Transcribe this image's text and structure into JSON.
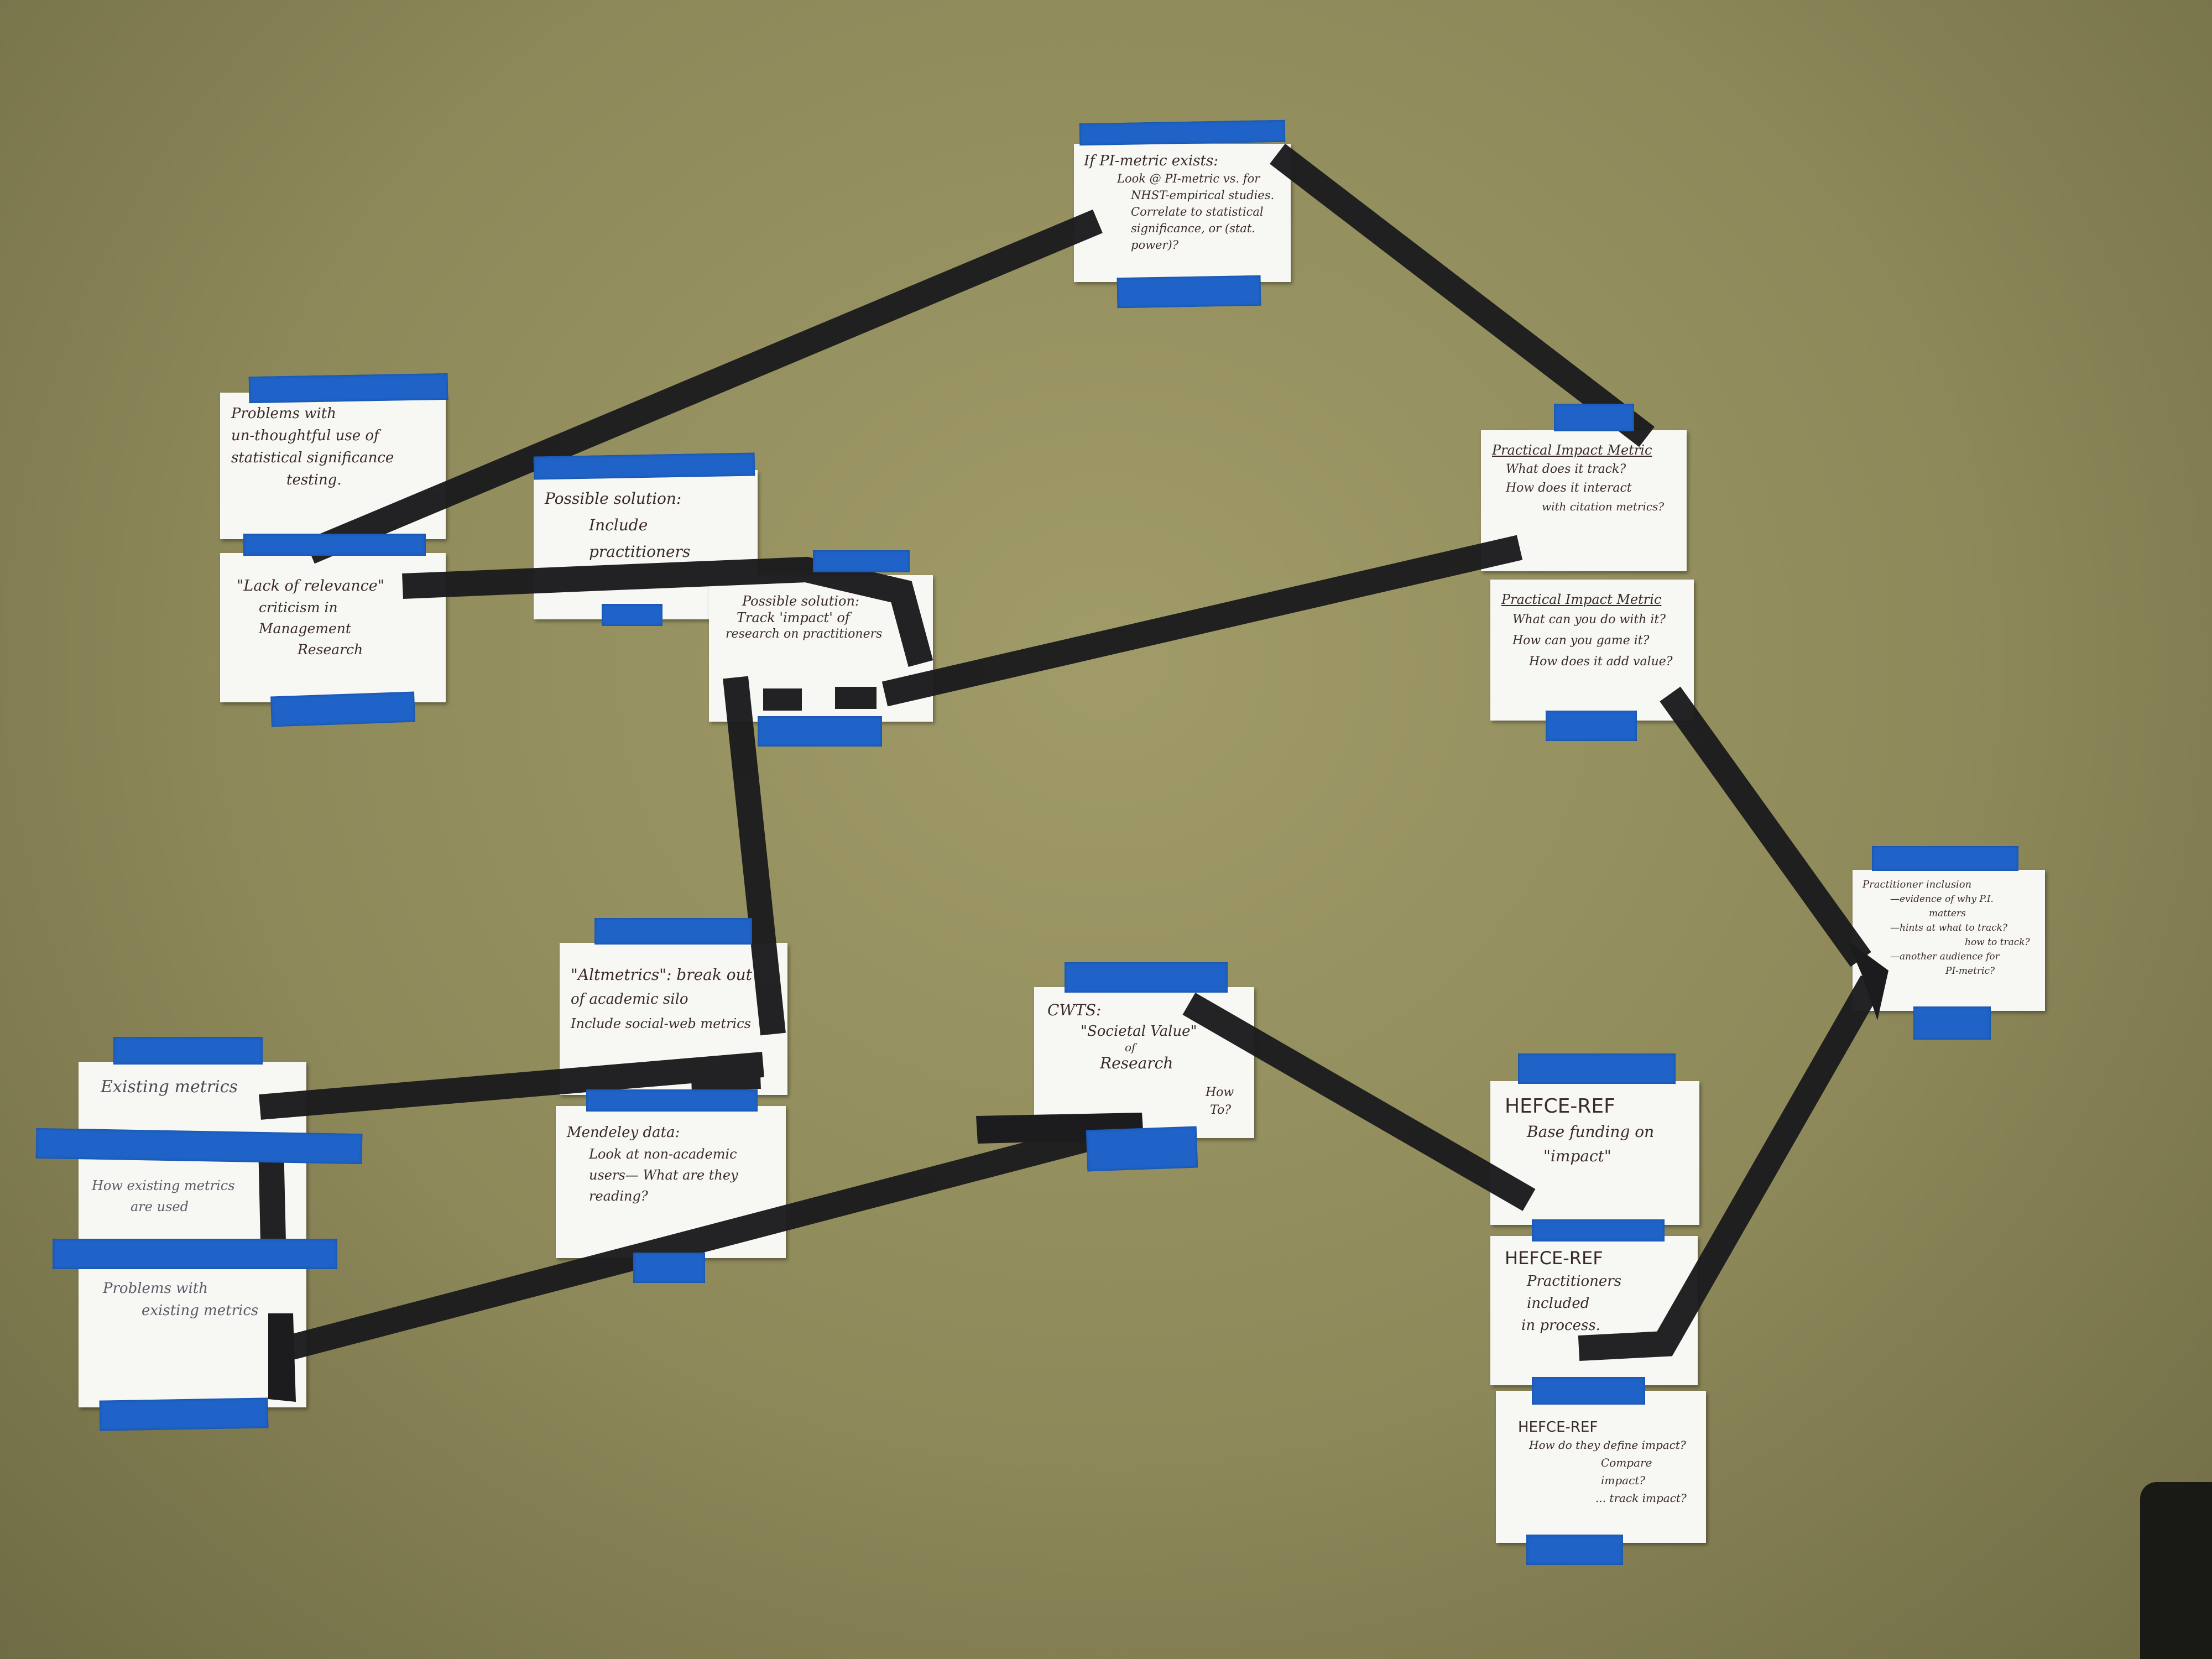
{
  "colors": {
    "wall": "#8f8a5a",
    "card": "#f7f7f4",
    "painters_tape": "#1f63c8",
    "black_tape": "#1c1c1e",
    "ink": "#3a2a2a"
  },
  "cards": {
    "pi_metric_exists": {
      "title": "If PI-metric exists:",
      "lines": [
        "Look @ PI-metric vs. for",
        "NHST-empirical studies.",
        "Correlate to statistical",
        "significance, or (stat. power)?"
      ]
    },
    "problems_stat_sig": {
      "lines": [
        "Problems with",
        "un-thoughtful use of",
        "statistical significance",
        "testing."
      ]
    },
    "lack_of_relevance": {
      "lines": [
        "\"Lack of relevance\"",
        "criticism in Management",
        "Research"
      ]
    },
    "include_practitioners": {
      "title": "Possible solution:",
      "lines": [
        "Include practitioners"
      ]
    },
    "track_impact": {
      "title": "Possible solution:",
      "lines": [
        "Track 'impact' of",
        "research on practitioners"
      ]
    },
    "practical_impact_1": {
      "title": "Practical Impact Metric",
      "lines": [
        "What does it track?",
        "How does it interact",
        "with citation metrics?"
      ]
    },
    "practical_impact_2": {
      "title": "Practical Impact Metric",
      "lines": [
        "What can you do with it?",
        "How can you game it?",
        "How does it add value?"
      ]
    },
    "practitioner_inclusion": {
      "title": "Practitioner inclusion",
      "lines": [
        "—evidence of why P.I.",
        "matters",
        "—hints at what to track?",
        "how to track?",
        "—another audience for",
        "PI-metric?"
      ]
    },
    "altmetrics": {
      "lines": [
        "\"Altmetrics\": break out",
        "of academic silo",
        "Include social-web metrics"
      ]
    },
    "existing_metrics": {
      "lines": [
        "Existing metrics"
      ]
    },
    "how_existing_used": {
      "lines": [
        "How existing metrics",
        "are used"
      ]
    },
    "problems_existing": {
      "lines": [
        "Problems with",
        "existing metrics"
      ]
    },
    "mendeley": {
      "title": "Mendeley data:",
      "lines": [
        "Look at non-academic",
        "users— What are they",
        "reading?"
      ]
    },
    "cwts": {
      "title": "CWTS:",
      "lines": [
        "\"Societal Value\"",
        "of",
        "Research",
        "How",
        "To?"
      ]
    },
    "hefce_ref_1": {
      "title": "HEFCE-REF",
      "lines": [
        "Base funding on",
        "\"impact\""
      ]
    },
    "hefce_ref_2": {
      "title": "HEFCE-REF",
      "lines": [
        "Practitioners included",
        "in process."
      ]
    },
    "hefce_ref_3": {
      "title": "HEFCE-REF",
      "lines": [
        "How do they define impact?",
        "Compare impact?",
        "... track impact?"
      ]
    }
  }
}
